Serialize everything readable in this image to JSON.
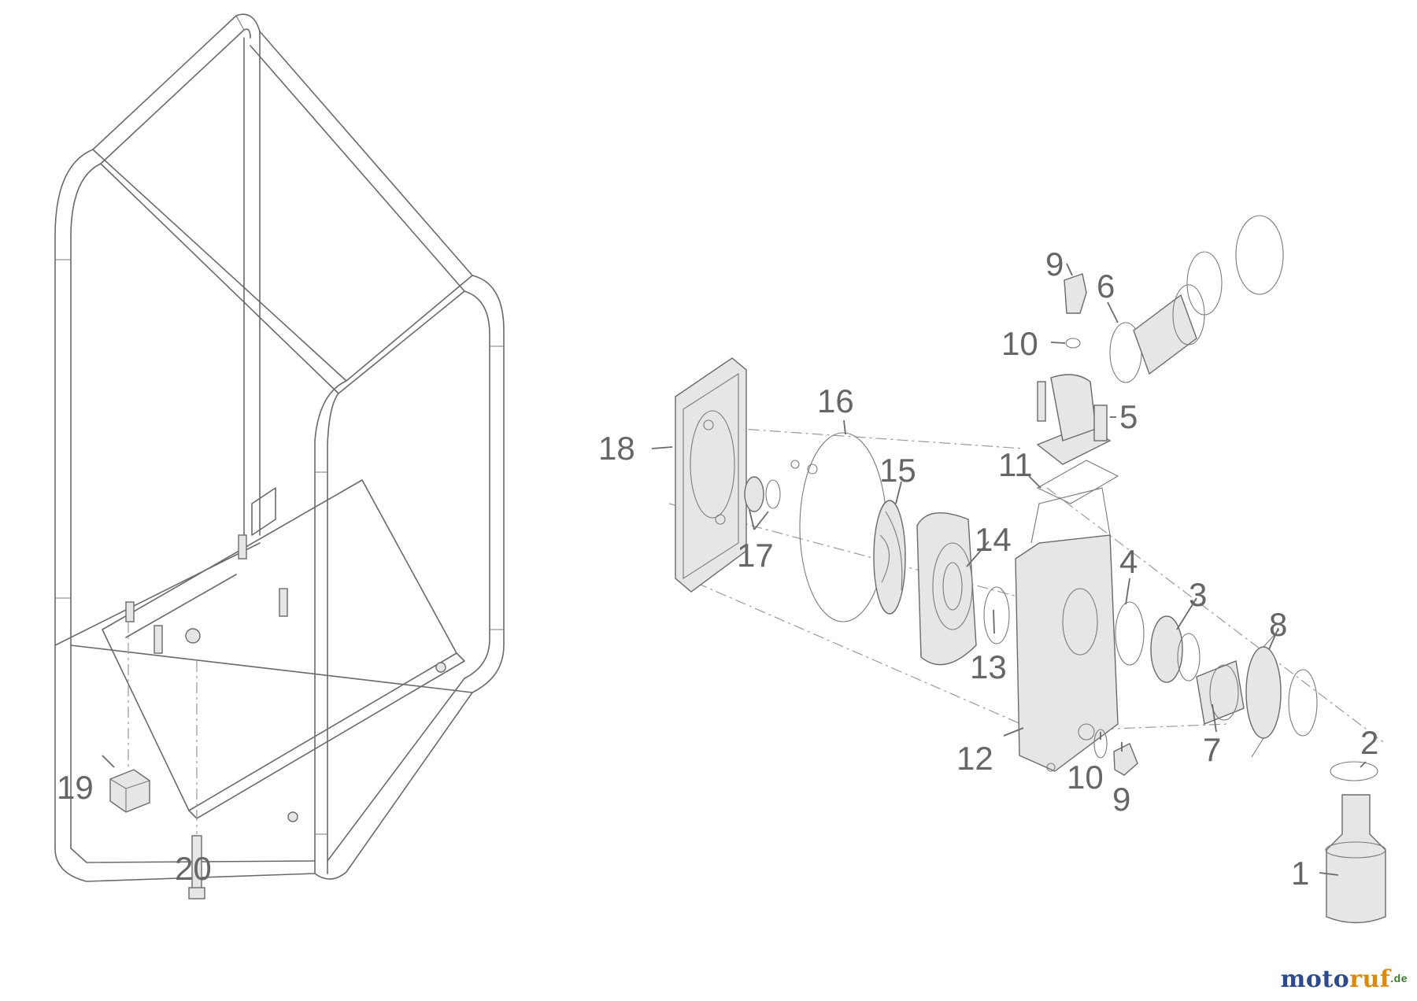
{
  "parts": [
    {
      "id": "p1",
      "number": "1"
    },
    {
      "id": "p2",
      "number": "2"
    },
    {
      "id": "p3",
      "number": "3"
    },
    {
      "id": "p4",
      "number": "4"
    },
    {
      "id": "p5",
      "number": "5"
    },
    {
      "id": "p6",
      "number": "6"
    },
    {
      "id": "p7",
      "number": "7"
    },
    {
      "id": "p8",
      "number": "8"
    },
    {
      "id": "p9a",
      "number": "9"
    },
    {
      "id": "p9b",
      "number": "9"
    },
    {
      "id": "p10a",
      "number": "10"
    },
    {
      "id": "p10b",
      "number": "10"
    },
    {
      "id": "p11",
      "number": "11"
    },
    {
      "id": "p12",
      "number": "12"
    },
    {
      "id": "p13",
      "number": "13"
    },
    {
      "id": "p14",
      "number": "14"
    },
    {
      "id": "p15",
      "number": "15"
    },
    {
      "id": "p16",
      "number": "16"
    },
    {
      "id": "p17",
      "number": "17"
    },
    {
      "id": "p18",
      "number": "18"
    },
    {
      "id": "p19",
      "number": "19"
    },
    {
      "id": "p20",
      "number": "20"
    }
  ],
  "watermark": {
    "part_a": "moto",
    "part_b": "ruf",
    "part_c": ".de"
  },
  "colors": {
    "line": "#6a6a6a",
    "label": "#666666",
    "logo_blue": "#2f4a8c",
    "logo_orange": "#d98a12",
    "logo_green": "#3a7a2a"
  }
}
